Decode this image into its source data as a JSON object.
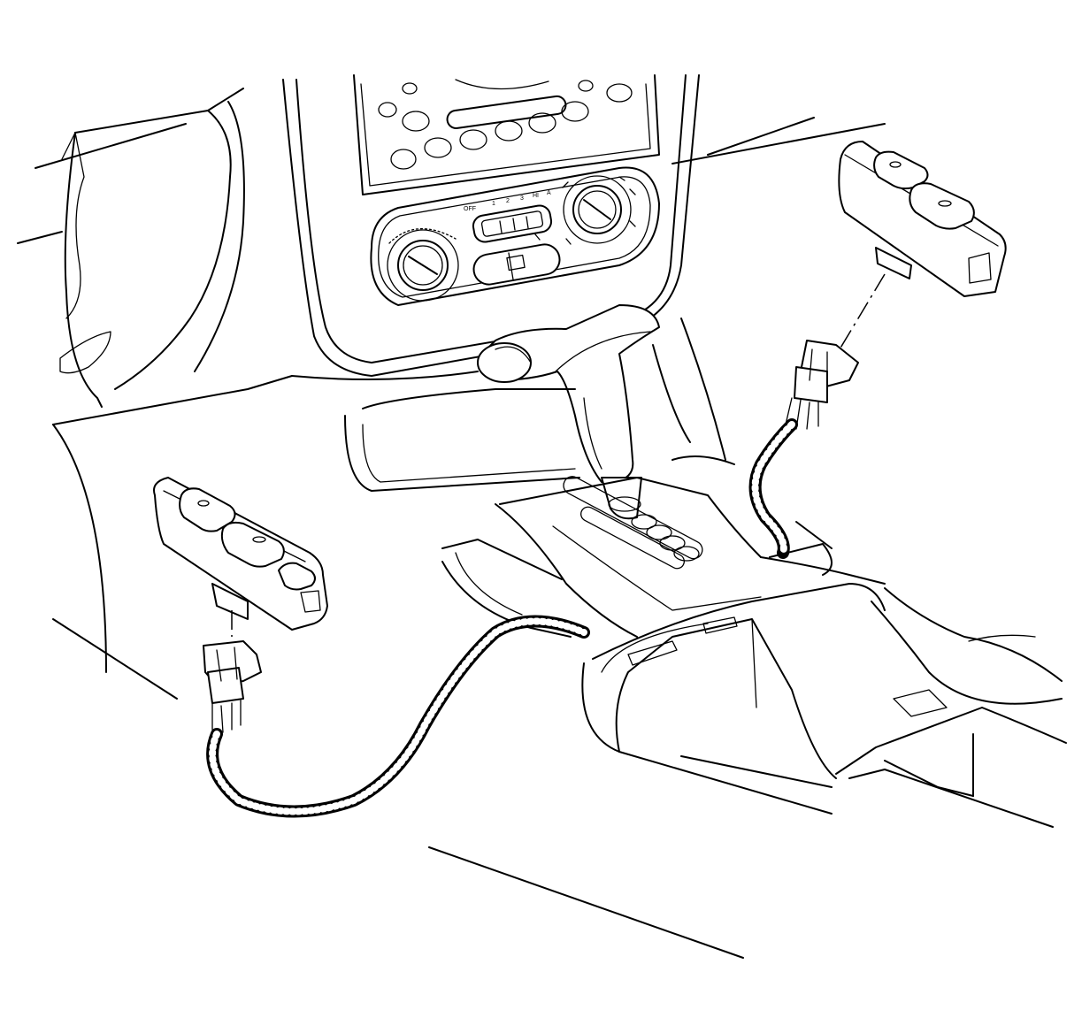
{
  "diagram": {
    "background": "#ffffff",
    "line_color": "#000000",
    "climate_labels": [
      "OFF",
      "1",
      "2",
      "3",
      "HI",
      "A"
    ],
    "parts": [
      {
        "id": "dash-panel",
        "icon": "instrument-panel"
      },
      {
        "id": "radio",
        "icon": "radio-faceplate"
      },
      {
        "id": "hvac-control",
        "icon": "climate-control"
      },
      {
        "id": "shifter",
        "icon": "gear-shift-lever"
      },
      {
        "id": "center-console",
        "icon": "floor-console"
      },
      {
        "id": "switch-left",
        "icon": "power-window-switch"
      },
      {
        "id": "switch-right",
        "icon": "power-window-switch"
      },
      {
        "id": "connector-left",
        "icon": "electrical-connector"
      },
      {
        "id": "connector-right",
        "icon": "electrical-connector"
      },
      {
        "id": "harness-left",
        "icon": "wiring-harness"
      },
      {
        "id": "harness-right",
        "icon": "wiring-harness"
      }
    ]
  }
}
